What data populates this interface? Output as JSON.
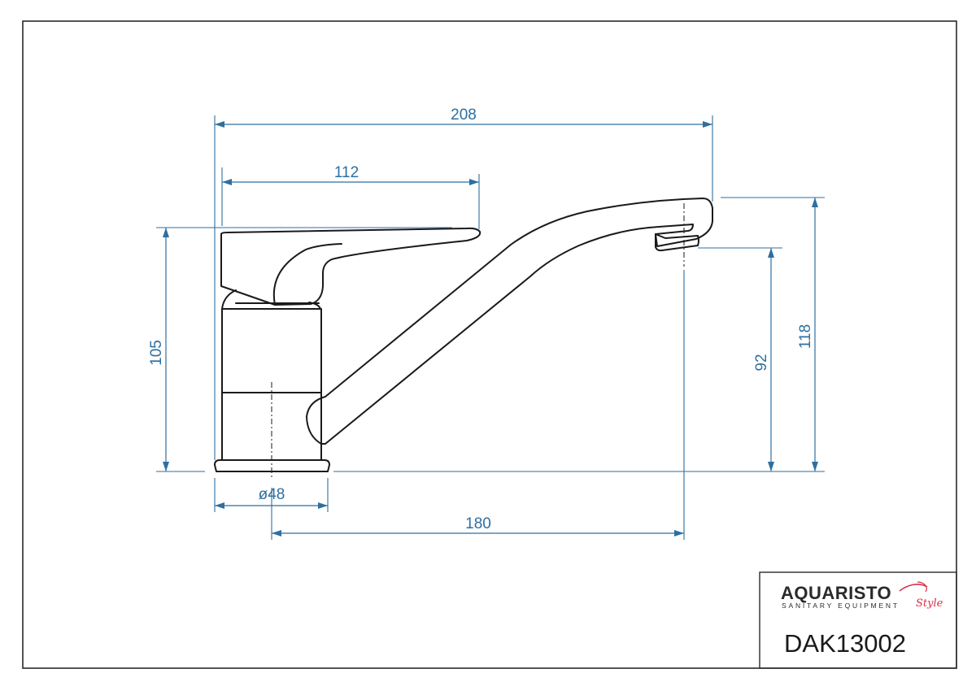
{
  "drawing": {
    "dimensions": {
      "overall_length": "208",
      "lever_length": "112",
      "body_height": "105",
      "spout_clearance": "92",
      "overall_height": "118",
      "base_diameter": "ø48",
      "spout_reach": "180"
    },
    "colors": {
      "outline": "#1a1a1a",
      "dimension": "#2e6fa0",
      "frame": "#2a2a2a",
      "brand_accent": "#d6304a"
    }
  },
  "title_block": {
    "brand": {
      "name": "AQUARISTO",
      "tagline": "SANITARY EQUIPMENT",
      "script": "Style"
    },
    "product_code": "DAK13002"
  }
}
